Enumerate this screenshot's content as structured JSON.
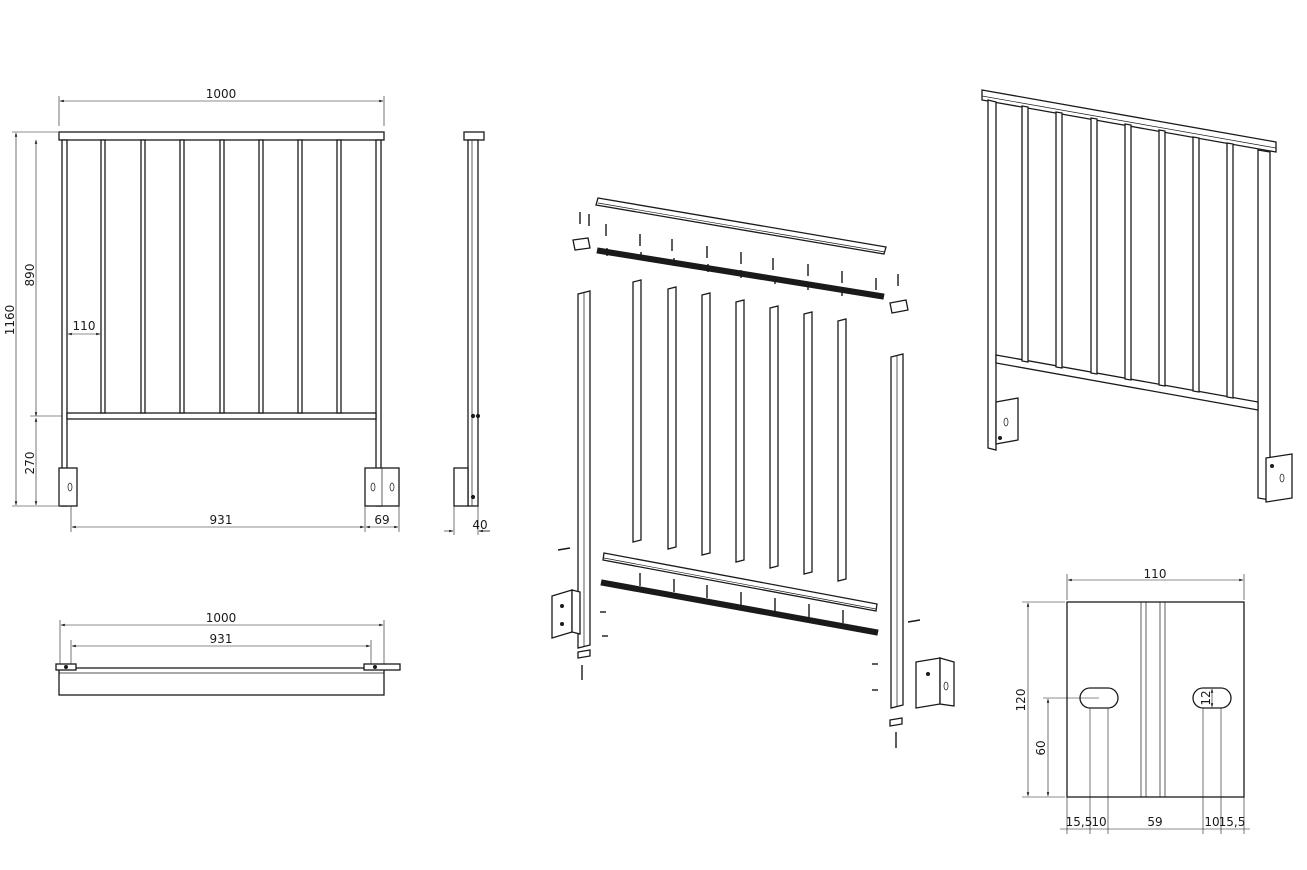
{
  "dimensions": {
    "front_width_top": "1000",
    "total_height": "1160",
    "panel_height": "890",
    "baluster_gap": "110",
    "leg_height": "270",
    "leg_span": "931",
    "bracket_offset": "69",
    "side_depth": "40",
    "plan_width": "1000",
    "plan_span": "931",
    "bracket_width": "110",
    "bracket_height": "120",
    "slot_height": "60",
    "slot_size": "12",
    "edge_left": "15,5",
    "slot_w_left": "10",
    "slot_center": "59",
    "slot_w_right": "10",
    "edge_right": "15,5"
  },
  "colors": {
    "line": "#1a1a1a",
    "background": "#ffffff"
  }
}
